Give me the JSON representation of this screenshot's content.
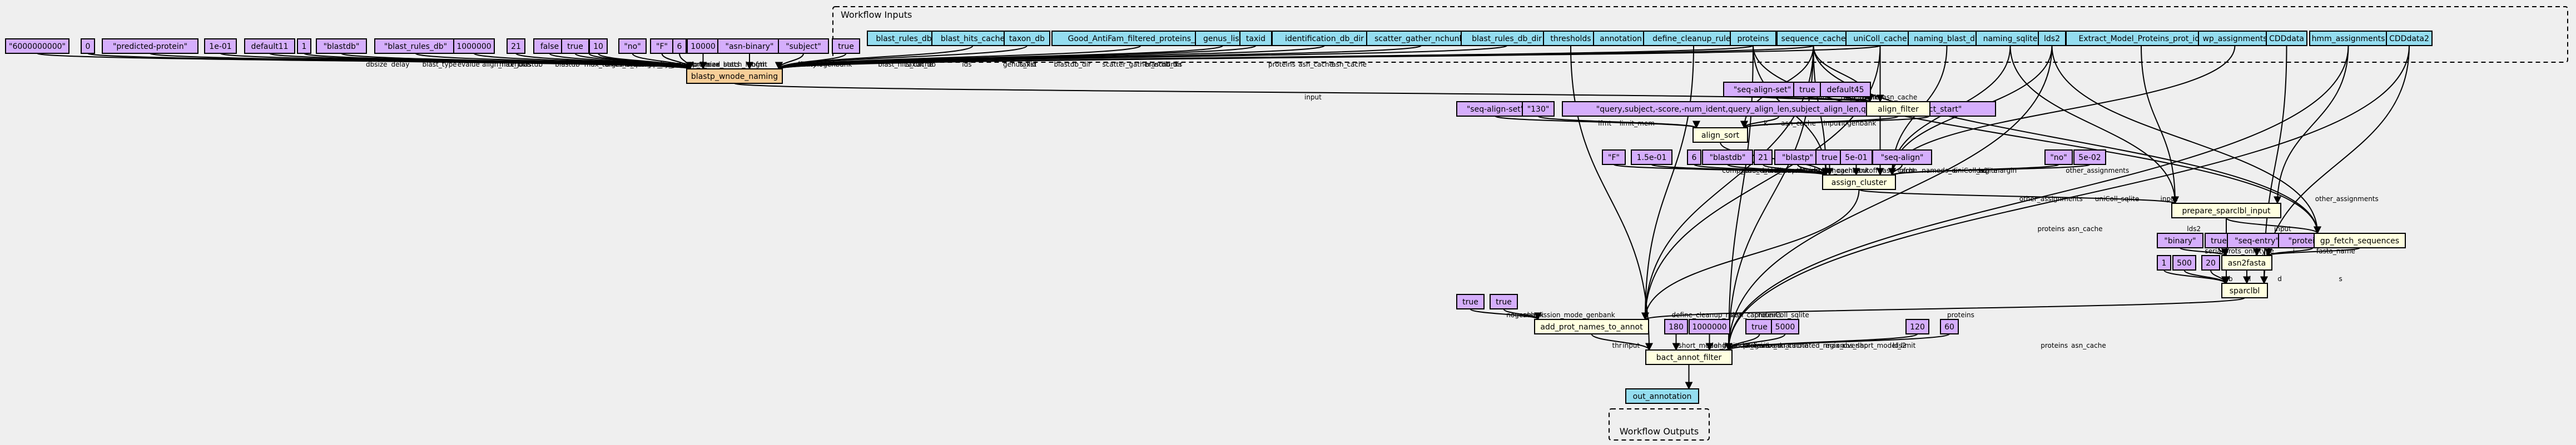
{
  "colors": {
    "background": "#efefef",
    "input": "#94ddf0",
    "param": "#d5aefc",
    "step": "#ffffe0",
    "target": "#f7ce98",
    "output": "#94ddf0"
  },
  "clusters": {
    "inputs": "Workflow Inputs",
    "outputs": "Workflow Outputs"
  },
  "nodes": [
    {
      "id": "i_blast_rules_db",
      "label": "blast_rules_db",
      "kind": "input"
    },
    {
      "id": "i_blast_hits_cache",
      "label": "blast_hits_cache",
      "kind": "input"
    },
    {
      "id": "i_taxon_db",
      "label": "taxon_db",
      "kind": "input"
    },
    {
      "id": "i_good_antifam",
      "label": "Good_AntiFam_filtered_proteins_gilist",
      "kind": "input"
    },
    {
      "id": "i_genus_list",
      "label": "genus_list",
      "kind": "input"
    },
    {
      "id": "i_taxid",
      "label": "taxid",
      "kind": "input"
    },
    {
      "id": "i_ident_db",
      "label": "identification_db_dir",
      "kind": "input"
    },
    {
      "id": "i_scatter",
      "label": "scatter_gather_nchunks",
      "kind": "input"
    },
    {
      "id": "i_blast_rules_db_dir",
      "label": "blast_rules_db_dir",
      "kind": "input"
    },
    {
      "id": "i_thresholds",
      "label": "thresholds",
      "kind": "input"
    },
    {
      "id": "i_annotation",
      "label": "annotation",
      "kind": "input"
    },
    {
      "id": "i_define_cleanup",
      "label": "define_cleanup_rules",
      "kind": "input"
    },
    {
      "id": "i_proteins",
      "label": "proteins",
      "kind": "input"
    },
    {
      "id": "i_sequence_cache",
      "label": "sequence_cache",
      "kind": "input"
    },
    {
      "id": "i_uniColl_cache",
      "label": "uniColl_cache",
      "kind": "input"
    },
    {
      "id": "i_naming_blast_db",
      "label": "naming_blast_db",
      "kind": "input"
    },
    {
      "id": "i_naming_sqlite",
      "label": "naming_sqlite",
      "kind": "input"
    },
    {
      "id": "i_lds2",
      "label": "lds2",
      "kind": "input"
    },
    {
      "id": "i_extract_model",
      "label": "Extract_Model_Proteins_prot_ids",
      "kind": "input"
    },
    {
      "id": "i_wp_assign",
      "label": "wp_assignments",
      "kind": "input"
    },
    {
      "id": "i_cddata",
      "label": "CDDdata",
      "kind": "input"
    },
    {
      "id": "i_hmm_assign",
      "label": "hmm_assignments",
      "kind": "input"
    },
    {
      "id": "i_cddata2",
      "label": "CDDdata2",
      "kind": "input"
    },
    {
      "id": "p1",
      "label": "\"6000000000\"",
      "kind": "param"
    },
    {
      "id": "p2",
      "label": "0",
      "kind": "param"
    },
    {
      "id": "p3",
      "label": "\"predicted-protein\"",
      "kind": "param"
    },
    {
      "id": "p4",
      "label": "1e-01",
      "kind": "param"
    },
    {
      "id": "p5",
      "label": "default11",
      "kind": "param"
    },
    {
      "id": "p6",
      "label": "1",
      "kind": "param"
    },
    {
      "id": "p7",
      "label": "\"blastdb\"",
      "kind": "param"
    },
    {
      "id": "p8",
      "label": "\"blast_rules_db\"",
      "kind": "param"
    },
    {
      "id": "p9",
      "label": "1000000",
      "kind": "param"
    },
    {
      "id": "p10",
      "label": "21",
      "kind": "param"
    },
    {
      "id": "p11",
      "label": "false",
      "kind": "param"
    },
    {
      "id": "p12",
      "label": "true",
      "kind": "param"
    },
    {
      "id": "p13",
      "label": "true",
      "kind": "param"
    },
    {
      "id": "p14",
      "label": "10",
      "kind": "param"
    },
    {
      "id": "p15",
      "label": "\"no\"",
      "kind": "param"
    },
    {
      "id": "p16",
      "label": "\"F\"",
      "kind": "param"
    },
    {
      "id": "p17",
      "label": "6",
      "kind": "param"
    },
    {
      "id": "p18",
      "label": "10000",
      "kind": "param"
    },
    {
      "id": "p19",
      "label": "\"asn-binary\"",
      "kind": "param"
    },
    {
      "id": "p20",
      "label": "\"subject\"",
      "kind": "param"
    },
    {
      "id": "p21",
      "label": "true",
      "kind": "param"
    },
    {
      "id": "p22",
      "label": "\"seq-align-set\"",
      "kind": "param"
    },
    {
      "id": "p23",
      "label": "true",
      "kind": "param"
    },
    {
      "id": "p24",
      "label": "default45",
      "kind": "param"
    },
    {
      "id": "p25",
      "label": "true",
      "kind": "param"
    },
    {
      "id": "p26",
      "label": "\"seq-align-set\"",
      "kind": "param"
    },
    {
      "id": "p27",
      "label": "\"130\"",
      "kind": "param"
    },
    {
      "id": "p28",
      "label": "\"query,subject,-score,-num_ident,query_align_len,subject_align_len,query_start,subject_start\"",
      "kind": "param"
    },
    {
      "id": "p29",
      "label": "\"F\"",
      "kind": "param"
    },
    {
      "id": "p30",
      "label": "1.5e-01",
      "kind": "param"
    },
    {
      "id": "p31",
      "label": "6",
      "kind": "param"
    },
    {
      "id": "p32",
      "label": "\"blastdb\"",
      "kind": "param"
    },
    {
      "id": "p33",
      "label": "21",
      "kind": "param"
    },
    {
      "id": "p34",
      "label": "\"blastp\"",
      "kind": "param"
    },
    {
      "id": "p35",
      "label": "true",
      "kind": "param"
    },
    {
      "id": "p36",
      "label": "5e-01",
      "kind": "param"
    },
    {
      "id": "p37",
      "label": "\"seq-align\"",
      "kind": "param"
    },
    {
      "id": "p38",
      "label": "\"no\"",
      "kind": "param"
    },
    {
      "id": "p39",
      "label": "5e-02",
      "kind": "param"
    },
    {
      "id": "p40",
      "label": "\"binary\"",
      "kind": "param"
    },
    {
      "id": "p41",
      "label": "true",
      "kind": "param"
    },
    {
      "id": "p42",
      "label": "\"seq-entry\"",
      "kind": "param"
    },
    {
      "id": "p43",
      "label": "\"proteins.fa\"",
      "kind": "param"
    },
    {
      "id": "p44",
      "label": "1",
      "kind": "param"
    },
    {
      "id": "p45",
      "label": "500",
      "kind": "param"
    },
    {
      "id": "p46",
      "label": "20",
      "kind": "param"
    },
    {
      "id": "p47",
      "label": "true",
      "kind": "param"
    },
    {
      "id": "p48",
      "label": "true",
      "kind": "param"
    },
    {
      "id": "p49",
      "label": "180",
      "kind": "param"
    },
    {
      "id": "p50",
      "label": "1000000",
      "kind": "param"
    },
    {
      "id": "p51",
      "label": "true",
      "kind": "param"
    },
    {
      "id": "p52",
      "label": "5000",
      "kind": "param"
    },
    {
      "id": "p53",
      "label": "120",
      "kind": "param"
    },
    {
      "id": "p54",
      "label": "60",
      "kind": "param"
    },
    {
      "id": "s_blastp",
      "label": "blastp_wnode_naming",
      "kind": "target"
    },
    {
      "id": "s_align_filter",
      "label": "align_filter",
      "kind": "step"
    },
    {
      "id": "s_align_sort",
      "label": "align_sort",
      "kind": "step"
    },
    {
      "id": "s_assign_cluster",
      "label": "assign_cluster",
      "kind": "step"
    },
    {
      "id": "s_prepare",
      "label": "prepare_sparclbl_input",
      "kind": "step"
    },
    {
      "id": "s_gp_fetch",
      "label": "gp_fetch_sequences",
      "kind": "step"
    },
    {
      "id": "s_asn2fasta",
      "label": "asn2fasta",
      "kind": "step"
    },
    {
      "id": "s_sparclbl",
      "label": "sparclbl",
      "kind": "step"
    },
    {
      "id": "s_add_prot",
      "label": "add_prot_names_to_annot",
      "kind": "step"
    },
    {
      "id": "s_bact",
      "label": "bact_annot_filter",
      "kind": "step"
    },
    {
      "id": "o_out",
      "label": "out_annotation",
      "kind": "output"
    }
  ],
  "edges": [
    {
      "from": "p1",
      "to": "s_blastp",
      "label": "dbsize"
    },
    {
      "from": "p2",
      "to": "s_blastp",
      "label": "delay"
    },
    {
      "from": "p3",
      "to": "s_blastp",
      "label": "blast_type"
    },
    {
      "from": "p4",
      "to": "s_blastp",
      "label": "evalue"
    },
    {
      "from": "p5",
      "to": "s_blastp",
      "label": "align_filter"
    },
    {
      "from": "p6",
      "to": "s_blastp",
      "label": "max_jobs"
    },
    {
      "from": "p7",
      "to": "s_blastp",
      "label": "blastdb"
    },
    {
      "from": "p8",
      "to": "s_blastp",
      "label": "blastdb"
    },
    {
      "from": "p9",
      "to": "s_blastp",
      "label": "max_target_seqs"
    },
    {
      "from": "p10",
      "to": "s_blastp",
      "label": "threshold"
    },
    {
      "from": "p11",
      "to": "s_blastp",
      "label": "no_merge"
    },
    {
      "from": "p12",
      "to": "s_blastp",
      "label": "allow_intersection"
    },
    {
      "from": "p13",
      "to": "s_blastp",
      "label": "compart"
    },
    {
      "from": "p14",
      "to": "s_blastp",
      "label": "top_by_score"
    },
    {
      "from": "p15",
      "to": "s_blastp",
      "label": "seg"
    },
    {
      "from": "p16",
      "to": "s_blastp",
      "label": "comp_based_stats"
    },
    {
      "from": "p17",
      "to": "s_blastp",
      "label": "word_size"
    },
    {
      "from": "p18",
      "to": "s_blastp",
      "label": "max_batch_length"
    },
    {
      "from": "p19",
      "to": "s_blastp",
      "label": "ofmt"
    },
    {
      "from": "p20",
      "to": "s_blastp",
      "label": "affinity"
    },
    {
      "from": "p21",
      "to": "s_blastp",
      "label": "nogenbank"
    },
    {
      "from": "i_blast_hits_cache",
      "to": "s_blastp",
      "label": "blast_hits_cache"
    },
    {
      "from": "i_taxon_db",
      "to": "s_blastp",
      "label": "taxon_db"
    },
    {
      "from": "i_good_antifam",
      "to": "s_blastp",
      "label": "ids"
    },
    {
      "from": "i_genus_list",
      "to": "s_blastp",
      "label": "genus_list"
    },
    {
      "from": "i_taxid",
      "to": "s_blastp",
      "label": "taxid"
    },
    {
      "from": "i_ident_db",
      "to": "s_blastp",
      "label": "blastdb_dir"
    },
    {
      "from": "i_scatter",
      "to": "s_blastp",
      "label": "scatter_gather_nchunks"
    },
    {
      "from": "i_blast_rules_db_dir",
      "to": "s_blastp",
      "label": "blastdb_dir"
    },
    {
      "from": "i_proteins",
      "to": "s_blastp",
      "label": "proteins"
    },
    {
      "from": "i_sequence_cache",
      "to": "s_blastp",
      "label": "asn_cache"
    },
    {
      "from": "i_uniColl_cache",
      "to": "s_blastp",
      "label": "asn_cache"
    },
    {
      "from": "s_blastp",
      "to": "s_align_filter",
      "label": "input"
    },
    {
      "from": "p22",
      "to": "s_align_filter",
      "label": "ifmt"
    },
    {
      "from": "p23",
      "to": "s_align_filter",
      "label": "nogenbank"
    },
    {
      "from": "p24",
      "to": "s_align_filter",
      "label": "filter"
    },
    {
      "from": "i_sequence_cache",
      "to": "s_align_filter",
      "label": "asn_cache"
    },
    {
      "from": "i_uniColl_cache",
      "to": "s_align_filter",
      "label": "asn_cache"
    },
    {
      "from": "s_align_filter",
      "to": "s_align_sort",
      "label": "input"
    },
    {
      "from": "p25",
      "to": "s_align_sort",
      "label": "nogenbank"
    },
    {
      "from": "p26",
      "to": "s_align_sort",
      "label": "ifmt"
    },
    {
      "from": "p27",
      "to": "s_align_sort",
      "label": "limit_mem"
    },
    {
      "from": "p28",
      "to": "s_align_sort",
      "label": "k"
    },
    {
      "from": "i_sequence_cache",
      "to": "s_align_sort",
      "label": "asn_cache"
    },
    {
      "from": "s_align_sort",
      "to": "s_assign_cluster",
      "label": "hits"
    },
    {
      "from": "p29",
      "to": "s_assign_cluster",
      "label": "comp_based_stats"
    },
    {
      "from": "p30",
      "to": "s_assign_cluster",
      "label": "pure_cutoff"
    },
    {
      "from": "p31",
      "to": "s_assign_cluster",
      "label": "word_size"
    },
    {
      "from": "p32",
      "to": "s_assign_cluster",
      "label": "nameds"
    },
    {
      "from": "p33",
      "to": "s_assign_cluster",
      "label": "threshold"
    },
    {
      "from": "p34",
      "to": "s_assign_cluster",
      "label": "task"
    },
    {
      "from": "p35",
      "to": "s_assign_cluster",
      "label": "nogenbank"
    },
    {
      "from": "p36",
      "to": "s_assign_cluster",
      "label": "cutoff"
    },
    {
      "from": "p37",
      "to": "s_assign_cluster",
      "label": "ofmt"
    },
    {
      "from": "p38",
      "to": "s_assign_cluster",
      "label": "seg"
    },
    {
      "from": "p39",
      "to": "s_assign_cluster",
      "label": "margin"
    },
    {
      "from": "i_naming_blast_db",
      "to": "s_assign_cluster",
      "label": "nameds_dir"
    },
    {
      "from": "i_naming_sqlite",
      "to": "s_assign_cluster",
      "label": "uniColl_sqlite"
    },
    {
      "from": "i_lds2",
      "to": "s_assign_cluster",
      "label": "lds2"
    },
    {
      "from": "i_proteins",
      "to": "s_assign_cluster",
      "label": "proteins"
    },
    {
      "from": "i_sequence_cache",
      "to": "s_assign_cluster",
      "label": "asn_cache"
    },
    {
      "from": "i_uniColl_cache",
      "to": "s_assign_cluster",
      "label": "asn_cache"
    },
    {
      "from": "i_wp_assign",
      "to": "s_assign_cluster",
      "label": "other_assignments"
    },
    {
      "from": "s_assign_cluster",
      "to": "s_prepare",
      "label": "other_assignments"
    },
    {
      "from": "i_naming_sqlite",
      "to": "s_prepare",
      "label": "uniColl_sqlite"
    },
    {
      "from": "i_extract_model",
      "to": "s_prepare",
      "label": "input"
    },
    {
      "from": "i_hmm_assign",
      "to": "s_prepare",
      "label": "other_assignments"
    },
    {
      "from": "s_prepare",
      "to": "s_gp_fetch",
      "label": "input"
    },
    {
      "from": "i_lds2",
      "to": "s_gp_fetch",
      "label": "lds2"
    },
    {
      "from": "i_proteins",
      "to": "s_gp_fetch",
      "label": "proteins"
    },
    {
      "from": "i_sequence_cache",
      "to": "s_gp_fetch",
      "label": "asn_cache"
    },
    {
      "from": "s_gp_fetch",
      "to": "s_asn2fasta",
      "label": "fasta_name"
    },
    {
      "from": "p40",
      "to": "s_asn2fasta",
      "label": "serial"
    },
    {
      "from": "p41",
      "to": "s_asn2fasta",
      "label": "prots_only"
    },
    {
      "from": "p42",
      "to": "s_asn2fasta",
      "label": "type"
    },
    {
      "from": "p43",
      "to": "s_asn2fasta",
      "label": "i"
    },
    {
      "from": "s_asn2fasta",
      "to": "s_sparclbl",
      "label": "i"
    },
    {
      "from": "s_prepare",
      "to": "s_sparclbl",
      "label": "b"
    },
    {
      "from": "p44",
      "to": "s_sparclbl",
      "label": ""
    },
    {
      "from": "p45",
      "to": "s_sparclbl",
      "label": ""
    },
    {
      "from": "p46",
      "to": "s_sparclbl",
      "label": ""
    },
    {
      "from": "i_cddata",
      "to": "s_sparclbl",
      "label": "d"
    },
    {
      "from": "i_cddata2",
      "to": "s_sparclbl",
      "label": "s"
    },
    {
      "from": "s_assign_cluster",
      "to": "s_add_prot",
      "label": "proteins"
    },
    {
      "from": "p47",
      "to": "s_add_prot",
      "label": "nogenbank"
    },
    {
      "from": "p48",
      "to": "s_add_prot",
      "label": "submission_mode_genbank"
    },
    {
      "from": "i_uniColl_cache",
      "to": "s_add_prot",
      "label": "uniColl_sqlite"
    },
    {
      "from": "i_define_cleanup",
      "to": "s_add_prot",
      "label": "define_cleanup_rules"
    },
    {
      "from": "i_sequence_cache",
      "to": "s_add_prot",
      "label": "asn_cache"
    },
    {
      "from": "s_sparclbl",
      "to": "s_add_prot",
      "label": "proteins"
    },
    {
      "from": "s_add_prot",
      "to": "s_bact",
      "label": "input"
    },
    {
      "from": "p49",
      "to": "s_bact",
      "label": "short_model_limit"
    },
    {
      "from": "p50",
      "to": "s_bact",
      "label": "long_model_limit"
    },
    {
      "from": "p51",
      "to": "s_bact",
      "label": "nogenbank"
    },
    {
      "from": "p52",
      "to": "s_bact",
      "label": "max_unannotated_region"
    },
    {
      "from": "p53",
      "to": "s_bact",
      "label": "max_overlap"
    },
    {
      "from": "p54",
      "to": "s_bact",
      "label": "abs_short_model_limit"
    },
    {
      "from": "i_thresholds",
      "to": "s_bact",
      "label": "thr"
    },
    {
      "from": "i_lds2",
      "to": "s_bact",
      "label": "lds2"
    },
    {
      "from": "i_proteins",
      "to": "s_bact",
      "label": "proteins"
    },
    {
      "from": "i_sequence_cache",
      "to": "s_bact",
      "label": "asn_cache"
    },
    {
      "from": "i_cddata2",
      "to": "s_bact",
      "label": "asn_cache"
    },
    {
      "from": "i_hmm_assign",
      "to": "s_bact",
      "label": "proteins"
    },
    {
      "from": "s_bact",
      "to": "o_out",
      "label": ""
    }
  ]
}
